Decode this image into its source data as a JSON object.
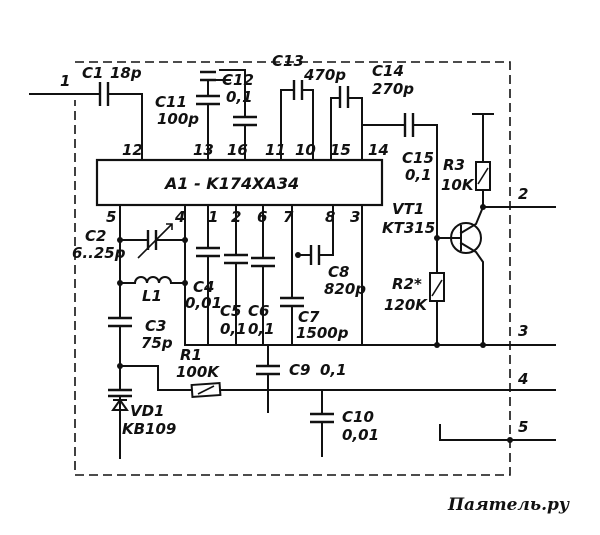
{
  "chip": {
    "name": "A1 - K174XA34"
  },
  "pins": {
    "p12": "12",
    "p13": "13",
    "p16": "16",
    "p11": "11",
    "p10": "10",
    "p15": "15",
    "p14": "14",
    "p5": "5",
    "p4": "4",
    "p1": "1",
    "p2": "2",
    "p6": "6",
    "p7": "7",
    "p8": "8",
    "p3": "3"
  },
  "components": {
    "c1": {
      "ref": "C1",
      "value": "18p"
    },
    "c2": {
      "ref": "C2",
      "value": "6..25p"
    },
    "c3": {
      "ref": "C3",
      "value": "75p"
    },
    "c4": {
      "ref": "C4",
      "value": "0,01"
    },
    "c5": {
      "ref": "C5",
      "value": "0,1"
    },
    "c6": {
      "ref": "C6",
      "value": "0,1"
    },
    "c7": {
      "ref": "C7",
      "value": "1500p"
    },
    "c8": {
      "ref": "C8",
      "value": "820p"
    },
    "c9": {
      "ref": "C9",
      "value": "0,1"
    },
    "c10": {
      "ref": "C10",
      "value": "0,01"
    },
    "c11": {
      "ref": "C11",
      "value": "100p"
    },
    "c12": {
      "ref": "C12",
      "value": "0,1"
    },
    "c13": {
      "ref": "C13",
      "value": "470p"
    },
    "c14": {
      "ref": "C14",
      "value": "270p"
    },
    "c15": {
      "ref": "C15",
      "value": "0,1"
    },
    "l1": {
      "ref": "L1"
    },
    "r1": {
      "ref": "R1",
      "value": "100K"
    },
    "r2": {
      "ref": "R2*",
      "value": "120K"
    },
    "r3": {
      "ref": "R3",
      "value": "10K"
    },
    "vt1": {
      "ref": "VT1",
      "value": "KT315"
    },
    "vd1": {
      "ref": "VD1",
      "value": "KB109"
    }
  },
  "terminals": {
    "t1": "1",
    "t2": "2",
    "t3": "3",
    "t4": "4",
    "t5": "5"
  },
  "watermark": "Паяmель.ру"
}
